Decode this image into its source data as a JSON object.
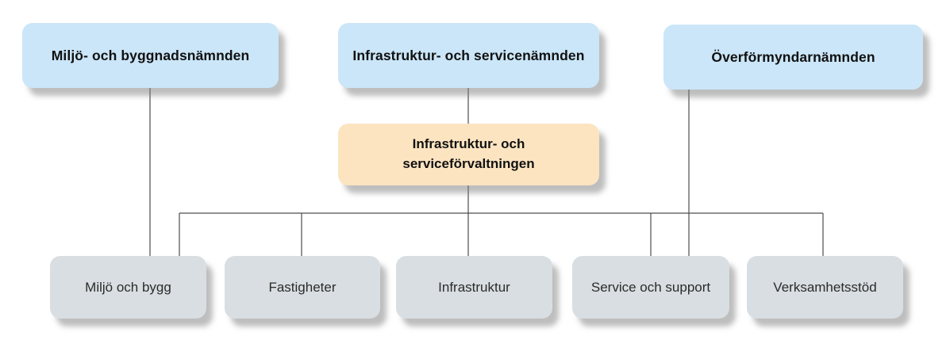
{
  "chart": {
    "type": "org-chart",
    "committees": [
      {
        "label": "Miljö- och byggnadsnämnden"
      },
      {
        "label": "Infrastruktur- och servicenämnden"
      },
      {
        "label": "Överförmyndarnämnden"
      }
    ],
    "administration": {
      "label": "Infrastruktur- och serviceförvaltningen"
    },
    "departments": [
      {
        "label": "Miljö och bygg"
      },
      {
        "label": "Fastigheter"
      },
      {
        "label": "Infrastruktur"
      },
      {
        "label": "Service och support"
      },
      {
        "label": "Verksamhetsstöd"
      }
    ],
    "colors": {
      "committee_fill": "#cbe6f8",
      "administration_fill": "#fce4c1",
      "department_fill": "#d8dee1",
      "committee_text": "#111111",
      "department_text": "#2b2b2b",
      "connector": "#4d4d4d",
      "background": "#ffffff"
    }
  }
}
